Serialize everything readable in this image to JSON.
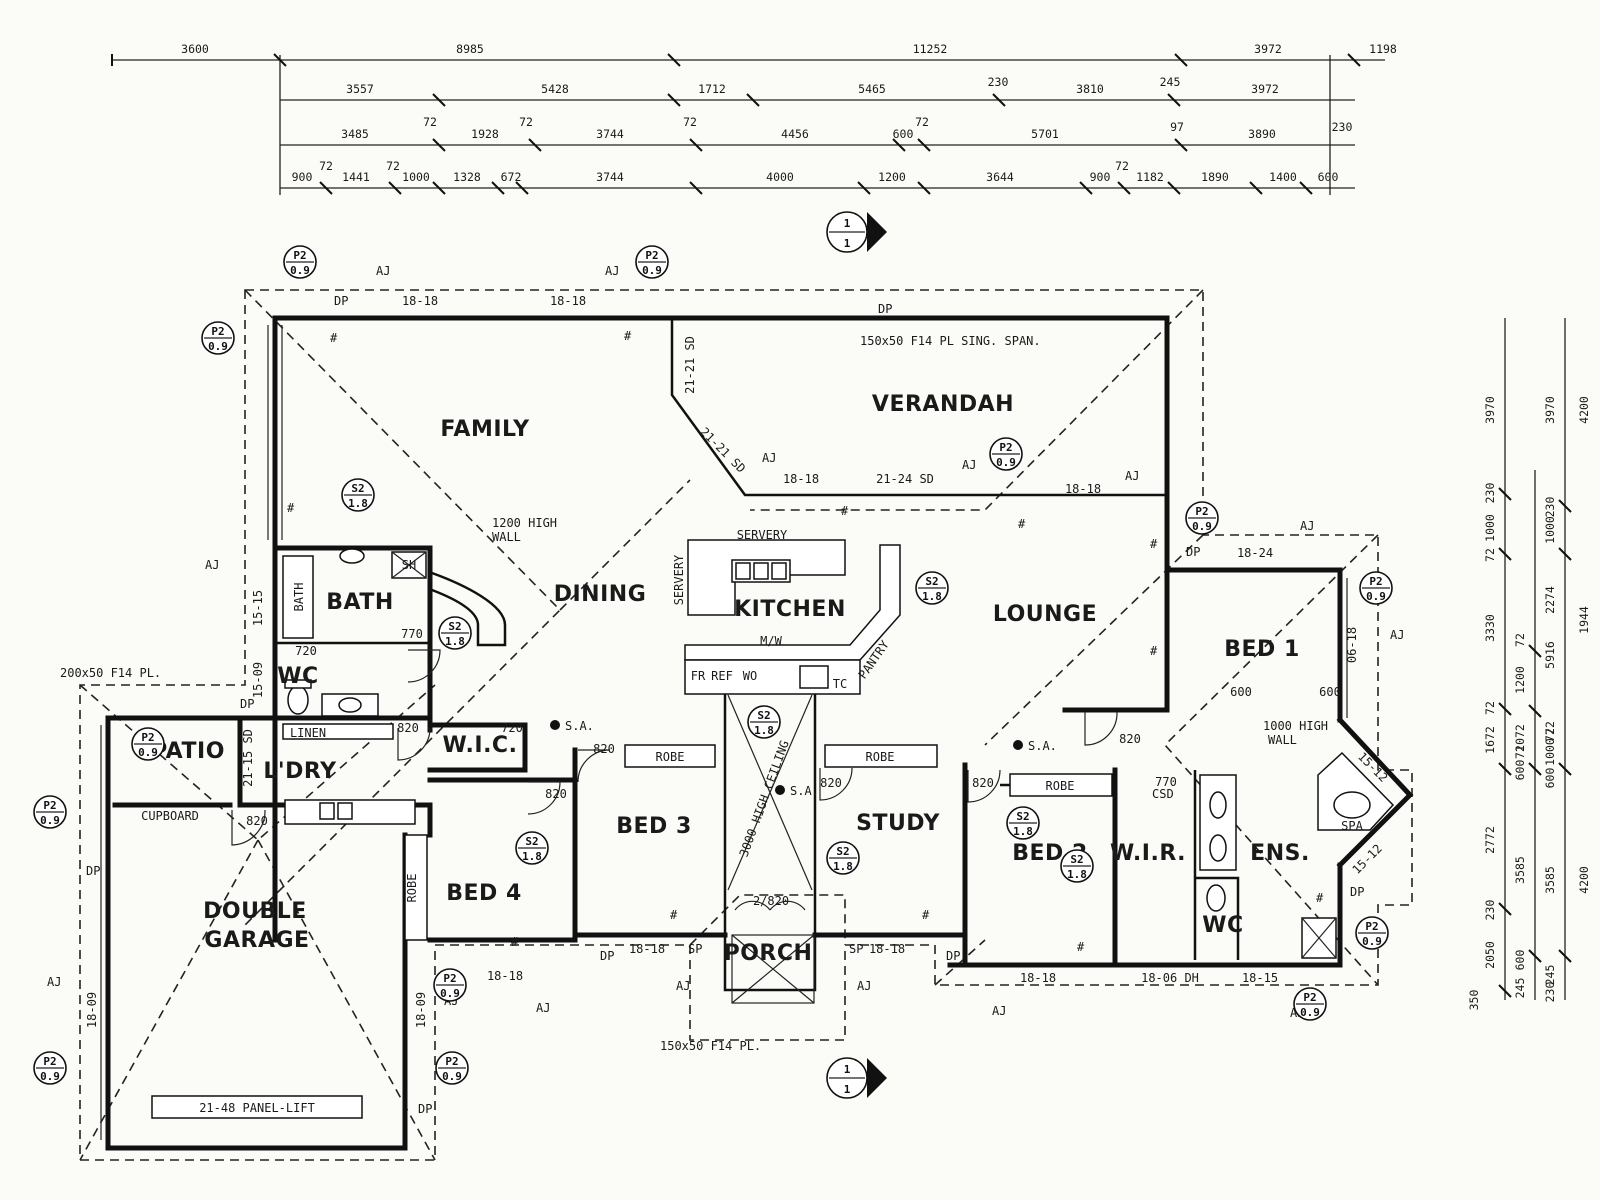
{
  "rooms": {
    "family": "FAMILY",
    "verandah": "VERANDAH",
    "bath": "BATH",
    "dining": "DINING",
    "kitchen": "KITCHEN",
    "lounge": "LOUNGE",
    "bed1": "BED 1",
    "wc": "WC",
    "patio": "PATIO",
    "laundry": "L'DRY",
    "wic": "W.I.C.",
    "bed3": "BED 3",
    "study": "STUDY",
    "bed2": "BED 2",
    "wir": "W.I.R.",
    "ens": "ENS.",
    "wc2": "WC",
    "bed4": "BED 4",
    "garage1": "DOUBLE",
    "garage2": "GARAGE",
    "porch": "PORCH"
  },
  "labels": {
    "servery_top": "SERVERY",
    "servery_side": "SERVERY",
    "bath_tub": "BATH",
    "high_wall_1200_a": "1200 HIGH",
    "high_wall_1200_b": "WALL",
    "high_wall_1000_a": "1000 HIGH",
    "high_wall_1000_b": "WALL",
    "verandah_beam": "150x50 F14 PL SING. SPAN.",
    "patio_beam": "200x50 F14 PL.",
    "porch_beam": "150x50 F14 PL.",
    "ceiling": "3000 HIGH CEILING",
    "panel_lift": "21-48 PANEL-LIFT",
    "cupboard": "CUPBOARD",
    "linen": "LINEN",
    "robe": "ROBE",
    "pantry": "PANTRY",
    "mw": "M/W",
    "fr": "FR",
    "ref": "REF",
    "wo": "WO",
    "tc": "TC",
    "spa": "SPA",
    "sa": "S.A.",
    "csd": "CSD",
    "dp": "DP",
    "aj": "AJ",
    "sp": "SP",
    "sh": "SH",
    "hash": "#"
  },
  "openings": {
    "w1818": "18-18",
    "w1824": "18-24",
    "w1815": "18-15",
    "w0618": "06-18",
    "w1806dh": "18-06 DH",
    "w1809": "18-09",
    "w1515": "15-15",
    "w1509": "15-09",
    "w2115sd": "21-15 SD",
    "w2121sd": "21-21 SD",
    "w2124sd": "21-24 SD",
    "w1512": "15-12",
    "w2820": "2/820"
  },
  "doors": {
    "d820": "820",
    "d770": "770",
    "d720": "720",
    "d600": "600"
  },
  "tags": {
    "p2": "P2",
    "p09": "0.9",
    "s2": "S2",
    "s18": "1.8"
  },
  "section": {
    "num": "1",
    "sheet": "1"
  },
  "dims_top": {
    "row0": [
      "3600",
      "8985",
      "11252",
      "3972",
      "1198"
    ],
    "row1": [
      "3557",
      "5428",
      "1712",
      "5465",
      "230",
      "3810",
      "245",
      "3972"
    ],
    "row2": [
      "3485",
      "72",
      "1928",
      "72",
      "3744",
      "72",
      "4456",
      "600",
      "72",
      "5701",
      "97",
      "3890",
      "230"
    ],
    "row3": [
      "900",
      "72",
      "1441",
      "72",
      "1000",
      "1328",
      "672",
      "3744",
      "4000",
      "1200",
      "3644",
      "900",
      "72",
      "1182",
      "1890",
      "1400",
      "600"
    ]
  },
  "dims_right": {
    "colA": [
      "3970",
      "230",
      "1000",
      "72",
      "3330",
      "72",
      "1672",
      "2772",
      "230",
      "2050",
      "350"
    ],
    "colB": [
      "72",
      "1200",
      "1072",
      "600",
      "72",
      "3585",
      "600",
      "245"
    ],
    "colC": [
      "3970",
      "1000",
      "230",
      "2274",
      "5916",
      "72",
      "600",
      "1000",
      "72",
      "3585",
      "245",
      "230"
    ],
    "colD": [
      "4200",
      "1944",
      "4200"
    ]
  }
}
